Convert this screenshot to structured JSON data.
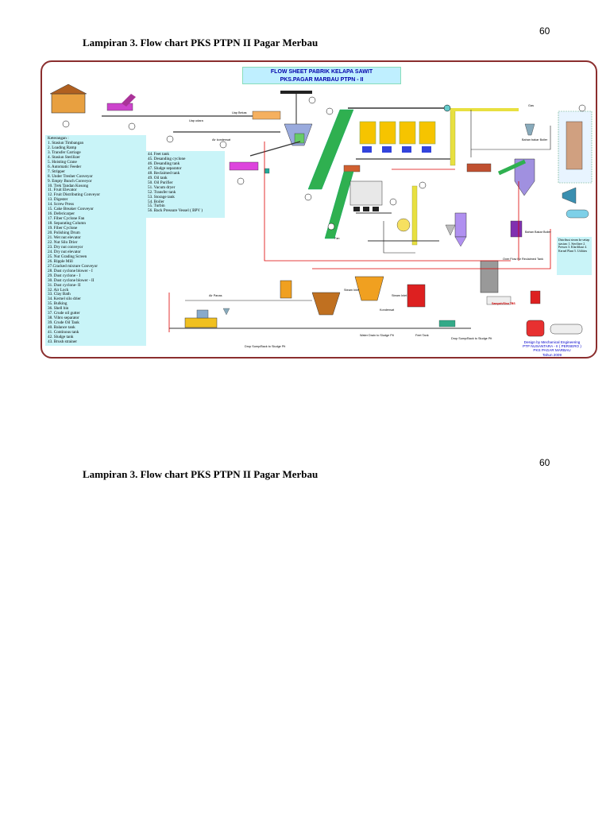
{
  "page": {
    "page_number": "60",
    "caption": "Lampiran 3. Flow chart PKS PTPN II Pagar Merbau"
  },
  "page_repeat": {
    "page_number": "60",
    "caption": "Lampiran 3. Flow chart PKS PTPN II Pagar Merbau"
  },
  "diagram": {
    "title_line1": "FLOW SHEET PABRIK KELAPA SAWIT",
    "title_line2": "PKS.PAGAR MARBAU PTPN - II",
    "legend_heading": "Keterangan :",
    "legend_col1": [
      "1. Stasiun Timbangan",
      "2. Loading Ramp",
      "3. Transfer Carriage",
      "4. Stasiun Sterilizer",
      "5. Hoisting Crane",
      "6. Automatic Feeder",
      "7. Stripper",
      "8. Under Tresher Conveyor",
      "9. Empty Bunch Conveyor",
      "10. Trek Tandan Kosong",
      "11. Fruit Elevator",
      "12. Fruit Distributing Conveyor",
      "13. Digester",
      "14. Screw Press",
      "15. Cake Breaker Conveyor",
      "16. Defericarper",
      "17. Fiber Cyclone Fan",
      "18. Separating Column",
      "19. Fiber Cyclone",
      "20. Polishing Drum",
      "21. Wet nut elevator",
      "22. Nut Silo Drier",
      "23. Dry nut conveyor",
      "24. Dry nut elevator",
      "25. Nut Grading Screen",
      "26. Ripple Mill",
      "27.Cracked mixture Conveyor",
      "28. Dust cyclone blower - I",
      "29. Dust cyclone - I",
      "30.  Dust cyclone blower - II",
      "31. Dust cyclone- II",
      "32. Air Lock",
      "33. Clay Bath",
      "34. Kernel silo drier",
      "35. Bulking",
      "36. Shell bin",
      "37. Crude oil gutter",
      "38. Vibro separator",
      "39. Crude Oil Tank",
      "40. Balance tank",
      "41. Continous tank",
      "42. Sludge tank",
      "43. Brush strainer"
    ],
    "legend_col2": [
      "44. Feet tank",
      "45. Desanding cyclone",
      "46. Desanding tank",
      "47. Sludge separator",
      "48. Reclaimed tank",
      "49. Oil tank",
      "50. Oil Purifier",
      "51. Vacum dryer",
      "52. Transfer tank",
      "53. Storage tank",
      "54. Boiler",
      "55. Turbin",
      "56. Back Pressure Vessel ( BPV )"
    ],
    "distribution_text": "Distribusi steam ke setiap stasiun: 1. Sterilizer 2. Presses 3. Klarifikasi 4. Kernel Plant 5. Utilities",
    "design_credit": [
      "Design by Mechanical Engineering",
      "PTP NUSANTARA - II ( PERSERO )",
      "PKS PAGAR MARBAU",
      "Tahun 2009"
    ],
    "labels": {
      "uap_bekas": "Uap Bekas",
      "uap_udara": "Uap udara",
      "air_kondensat": "Air kondensat",
      "gas": "Gas",
      "bahan_bakar_boiler": "Bahan bakar Boiler",
      "bahan_bakar_boiler2": "Bahan Bakar Boiler",
      "fan": "Fan",
      "air_panas": "Air Panas",
      "steam_inlet": "Steam Inlet",
      "steam_inlet2": "Steam Inlet",
      "feed_tank": "Feet Tank",
      "over_flow": "Over Flow Ke Reclaimed Tank",
      "drop_sump": "Drop Sump/Back to Sludge Pit",
      "drop_sump2": "Drop Sump/Back to Sludge Pit",
      "water_drain": "Water Drain to Sludge Pit",
      "kondensat": "Kondensat",
      "sampah": "Sampah/Sisa TBS"
    }
  }
}
